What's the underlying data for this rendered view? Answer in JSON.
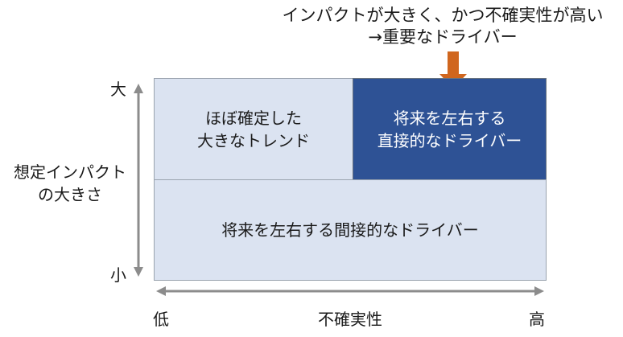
{
  "callout": {
    "line1": "インパクトが大きく、かつ不確実性が高い",
    "line2": "→重要なドライバー"
  },
  "quadrants": {
    "top_left": {
      "line1": "ほぼ確定した",
      "line2": "大きなトレンド"
    },
    "top_right": {
      "line1": "将来を左右する",
      "line2": "直接的なドライバー"
    },
    "bottom": {
      "line1": "将来を左右する間接的なドライバー"
    }
  },
  "y_axis": {
    "title_line1": "想定インパクト",
    "title_line2": "の大きさ",
    "high_label": "大",
    "low_label": "小"
  },
  "x_axis": {
    "title": "不確実性",
    "low_label": "低",
    "high_label": "高"
  },
  "colors": {
    "light_cell": "#dbe3f1",
    "dark_cell": "#2e5295",
    "callout_arrow": "#d0661e",
    "axis_arrow": "#8c8c8c"
  },
  "icons": {
    "callout_arrow": "down-arrow-icon",
    "y_axis_arrow": "vertical-double-arrow-icon",
    "x_axis_arrow": "horizontal-double-arrow-icon"
  }
}
